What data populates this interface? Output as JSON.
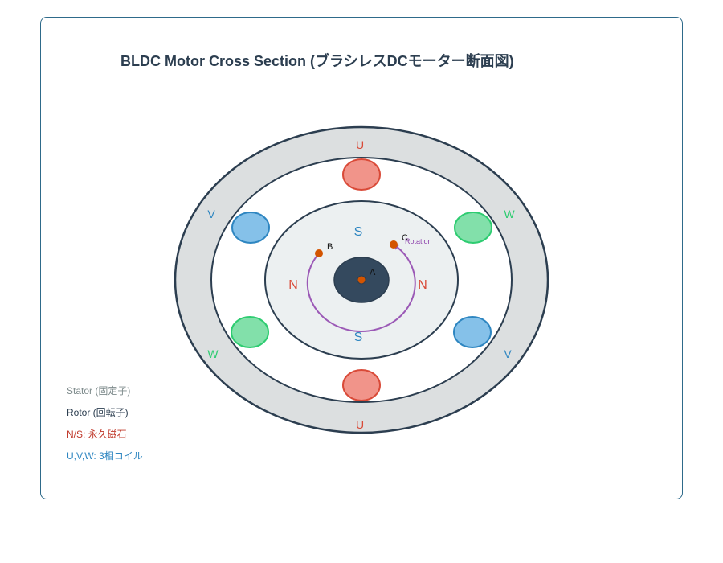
{
  "title": "BLDC Motor Cross Section (ブラシレスDCモーター断面図)",
  "colors": {
    "frame": "#2e6a8a",
    "stator_fill": "#dcdfe0",
    "stator_stroke": "#2c3e50",
    "rotor_fill": "#ecf0f1",
    "shaft_fill": "#34495e",
    "point": "#d35400",
    "rotation": "#9b59b6",
    "phase_u": "#f1948a",
    "phase_u_stroke": "#d94a38",
    "phase_v": "#85c1e9",
    "phase_v_stroke": "#2e86c1",
    "phase_w": "#82e0aa",
    "phase_w_stroke": "#2ecc71"
  },
  "phase_labels": {
    "u_top": "U",
    "u_bottom": "U",
    "v_left": "V",
    "v_right": "V",
    "w_left": "W",
    "w_right": "W"
  },
  "poles": {
    "s_top": "S",
    "s_bottom": "S",
    "n_left": "N",
    "n_right": "N"
  },
  "points": {
    "a": "A",
    "b": "B",
    "c": "C"
  },
  "rotation_label": "Rotation",
  "legend": [
    {
      "text": "Stator (固定子)",
      "color": "#7f8c8d"
    },
    {
      "text": "Rotor (回転子)",
      "color": "#2c3e50"
    },
    {
      "text": "N/S: 永久磁石",
      "color": "#c0392b"
    },
    {
      "text": "U,V,W: 3相コイル",
      "color": "#2e86c1"
    }
  ]
}
